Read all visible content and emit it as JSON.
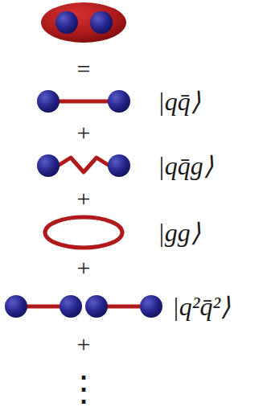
{
  "diagram": {
    "labels": [
      "=",
      "|qq̄⟩",
      "+",
      "|qq̄g⟩",
      "+",
      "|gg⟩",
      "+",
      "|q²q̄²⟩",
      "+",
      "⋮"
    ]
  }
}
